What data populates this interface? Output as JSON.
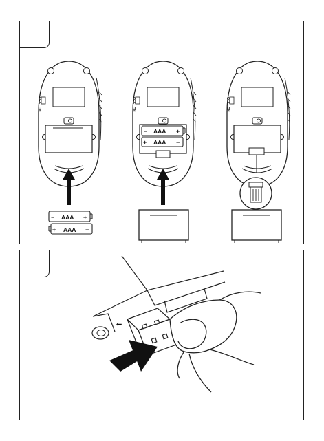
{
  "figure": {
    "battery_label": "AAA",
    "plus_sign": "+",
    "minus_sign": "−",
    "switch_off_label": "OFF",
    "switch_on_label": "ON",
    "usb_symbol": "⭠"
  }
}
